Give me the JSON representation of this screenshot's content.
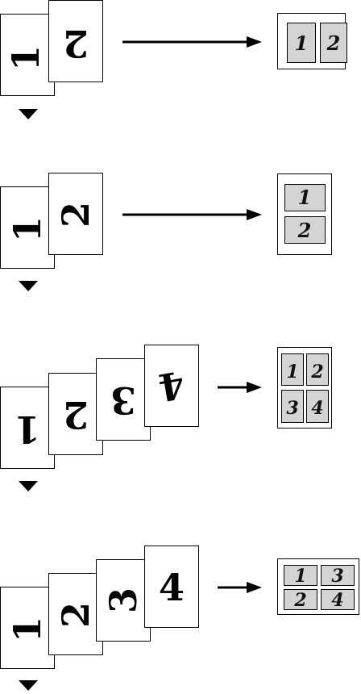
{
  "rows": [
    {
      "id": "2in1-portrait",
      "originals": [
        "1",
        "2"
      ],
      "cells": [
        "1",
        "2"
      ]
    },
    {
      "id": "2in1-landscape",
      "originals": [
        "1",
        "2"
      ],
      "cells": [
        "1",
        "2"
      ]
    },
    {
      "id": "4in1-portrait",
      "originals": [
        "1",
        "2",
        "3",
        "4"
      ],
      "cells": [
        "1",
        "2",
        "3",
        "4"
      ]
    },
    {
      "id": "4in1-landscape",
      "originals": [
        "1",
        "2",
        "3",
        "4"
      ],
      "cells": [
        "1",
        "3",
        "2",
        "4"
      ]
    }
  ],
  "colors": {
    "cell_fill": "#d4d4d4",
    "ink": "#000000",
    "paper": "#ffffff"
  },
  "icons": {
    "arrow": "right-arrow-icon",
    "down": "down-triangle-icon"
  }
}
